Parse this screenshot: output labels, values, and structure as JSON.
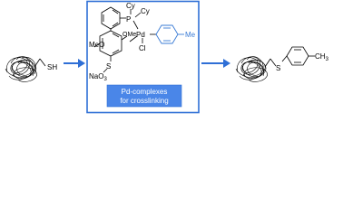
{
  "left_reagent": {
    "thiol_label": "SH"
  },
  "catalyst": {
    "cy_top": "Cy",
    "p_label": "P",
    "cy_right": "Cy",
    "pd_label": "Pd",
    "cl_label": "Cl",
    "me_label": "Me",
    "meo_label": "MeO",
    "ome_label": "OMe",
    "naso3_label": "NaO",
    "naso3_sub": "3",
    "s_label": "S"
  },
  "caption": {
    "line1": "Pd-complexes",
    "line2": "for crosslinking"
  },
  "product": {
    "s_label": "S",
    "me_label": "CH",
    "me_sub": "3"
  },
  "colors": {
    "frame": "#2f6fd6",
    "arrow": "#2f6fd6",
    "caption_bg": "#4a86e8",
    "blue_ring": "#3a7bd5",
    "ink": "#000000"
  }
}
